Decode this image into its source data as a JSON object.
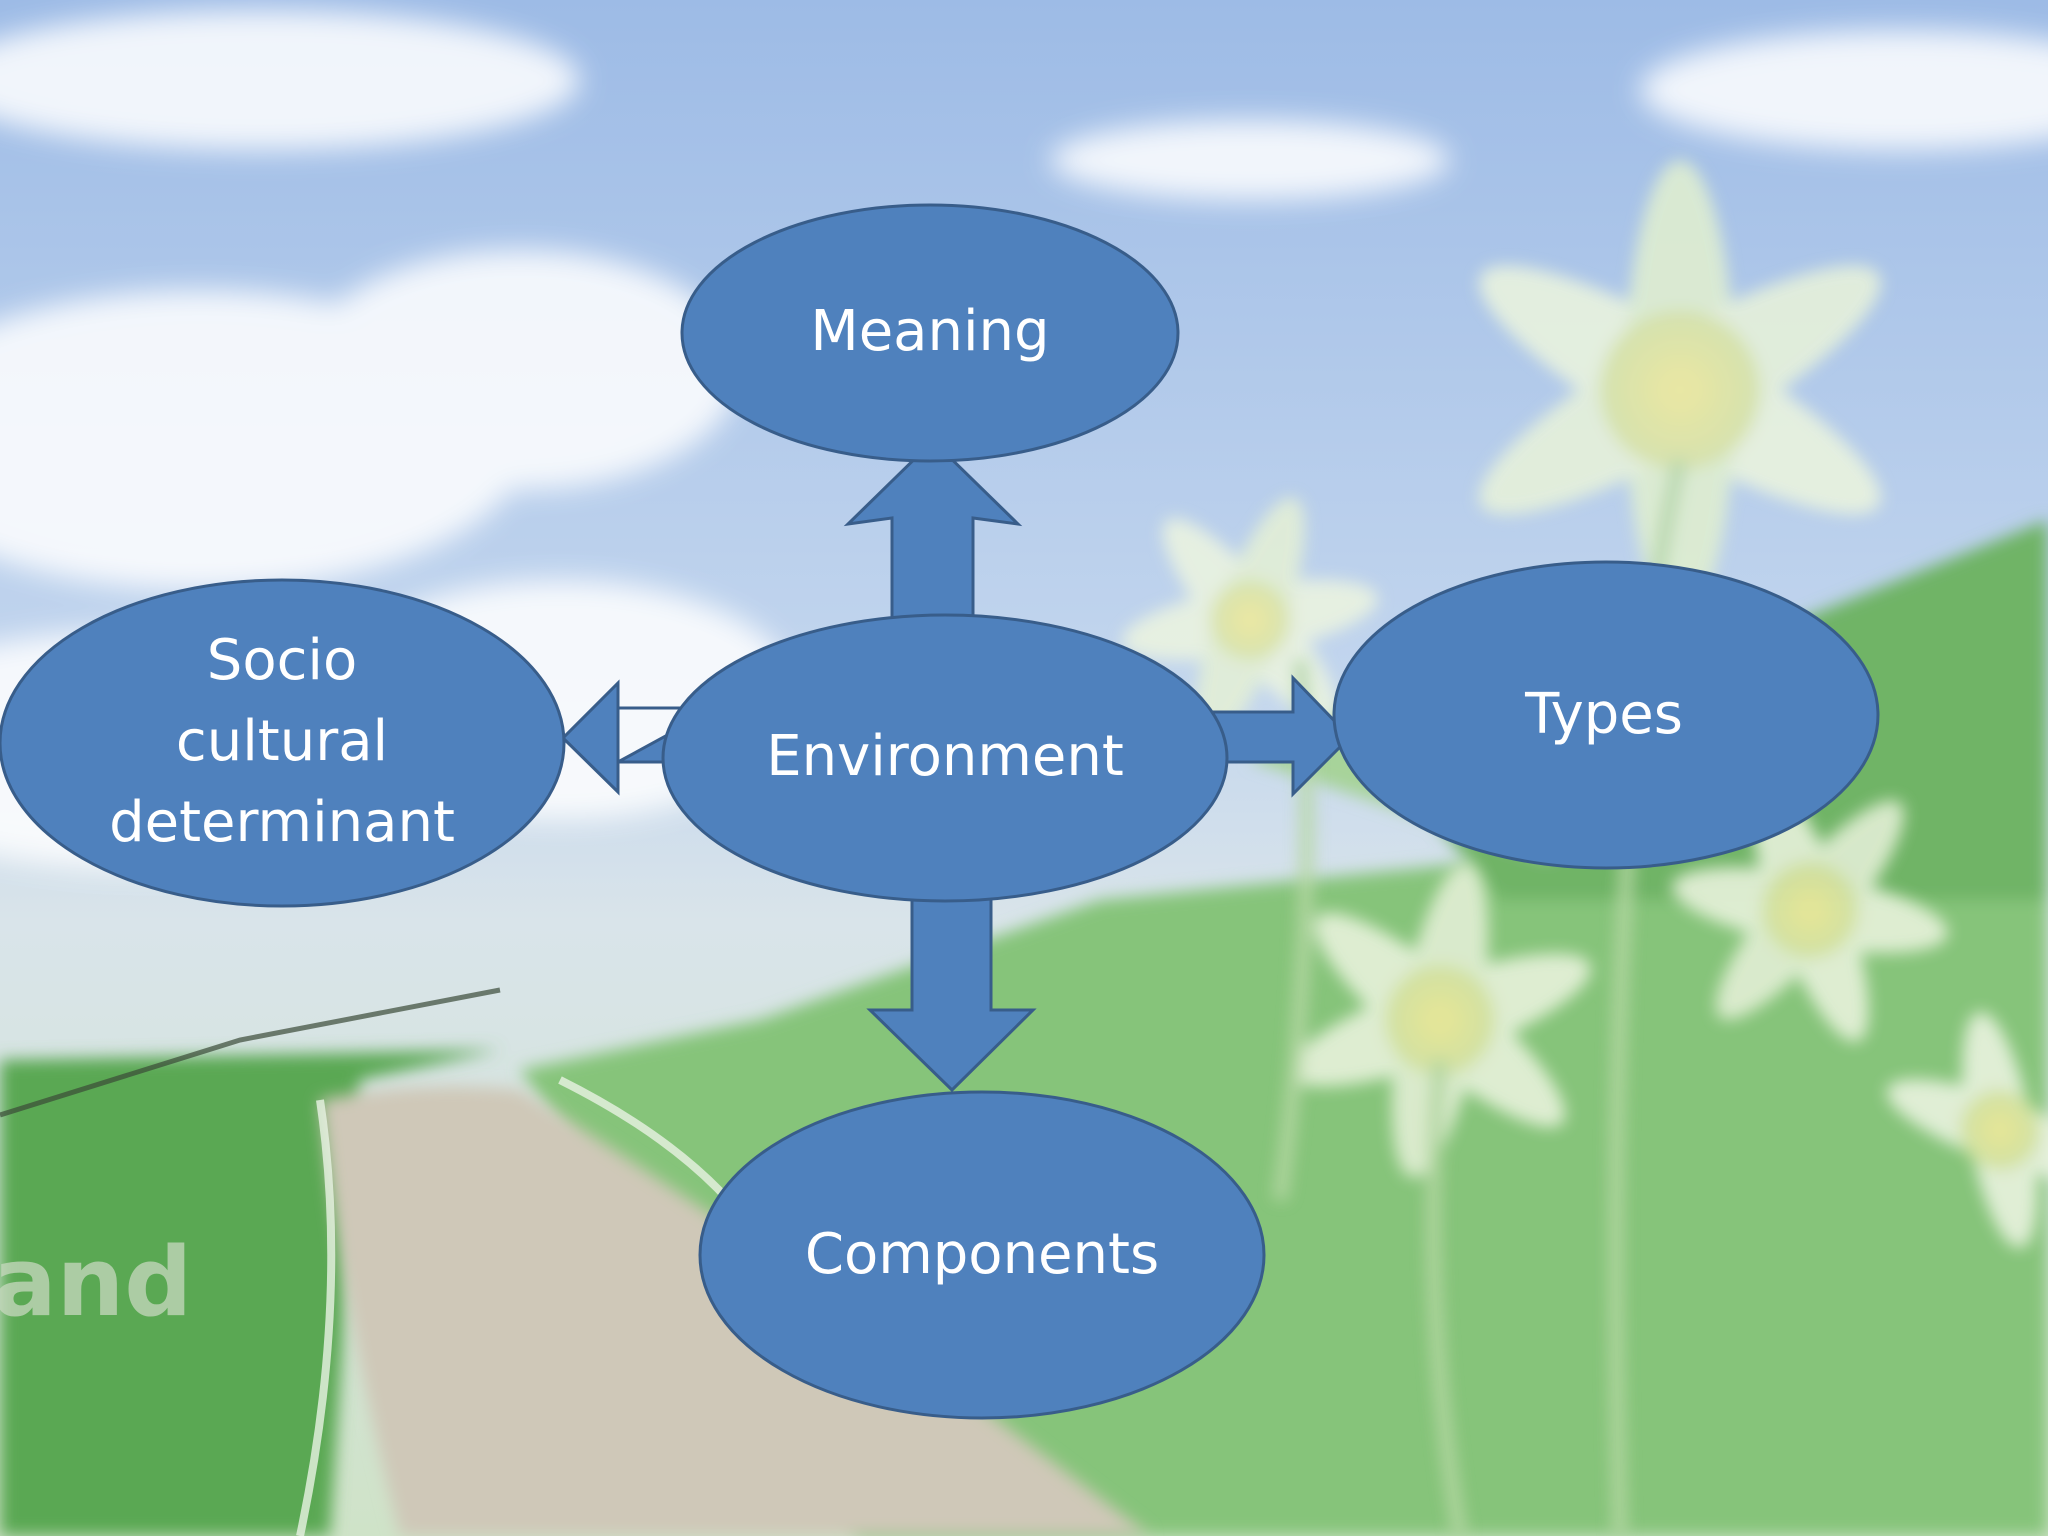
{
  "diagram": {
    "center": {
      "label": "Environment"
    },
    "nodes": {
      "top": {
        "label": "Meaning"
      },
      "left": {
        "label_lines": [
          "Socio",
          "cultural",
          "determinant"
        ]
      },
      "right": {
        "label": "Types"
      },
      "bottom": {
        "label": "Components"
      }
    }
  },
  "background": {
    "watermark_text": "land"
  },
  "colors": {
    "node_fill": "#4f81bd",
    "node_stroke": "#385d8a",
    "label": "#ffffff"
  }
}
